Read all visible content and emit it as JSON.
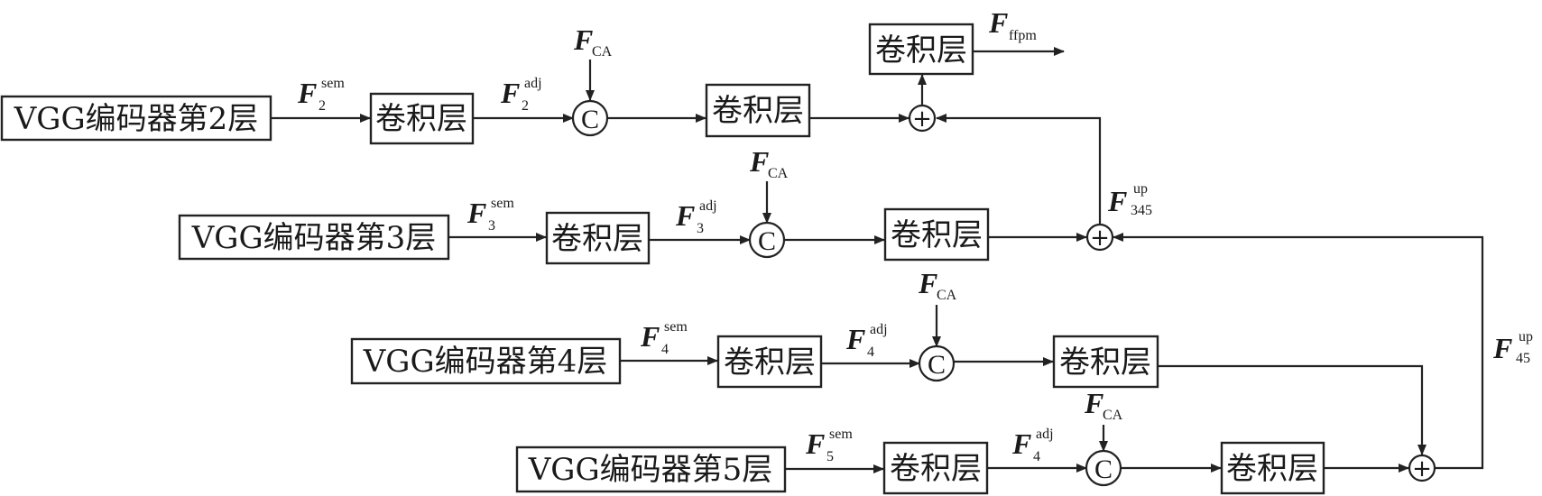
{
  "diagram": {
    "encoder_boxes": [
      "VGG编码器第2层",
      "VGG编码器第3层",
      "VGG编码器第4层",
      "VGG编码器第5层"
    ],
    "conv_label": "卷积层",
    "concat_symbol": "C",
    "add_symbol": "+",
    "labels": {
      "F": "F",
      "sem": "sem",
      "adj": "adj",
      "up": "up",
      "CA": "CA",
      "ffpm": "ffpm",
      "sem_subs": [
        "2",
        "3",
        "4",
        "5"
      ],
      "adj_subs": [
        "2",
        "3",
        "4",
        "4"
      ],
      "up_345": "345",
      "up_45": "45"
    },
    "output_name": "F_ffpm"
  }
}
